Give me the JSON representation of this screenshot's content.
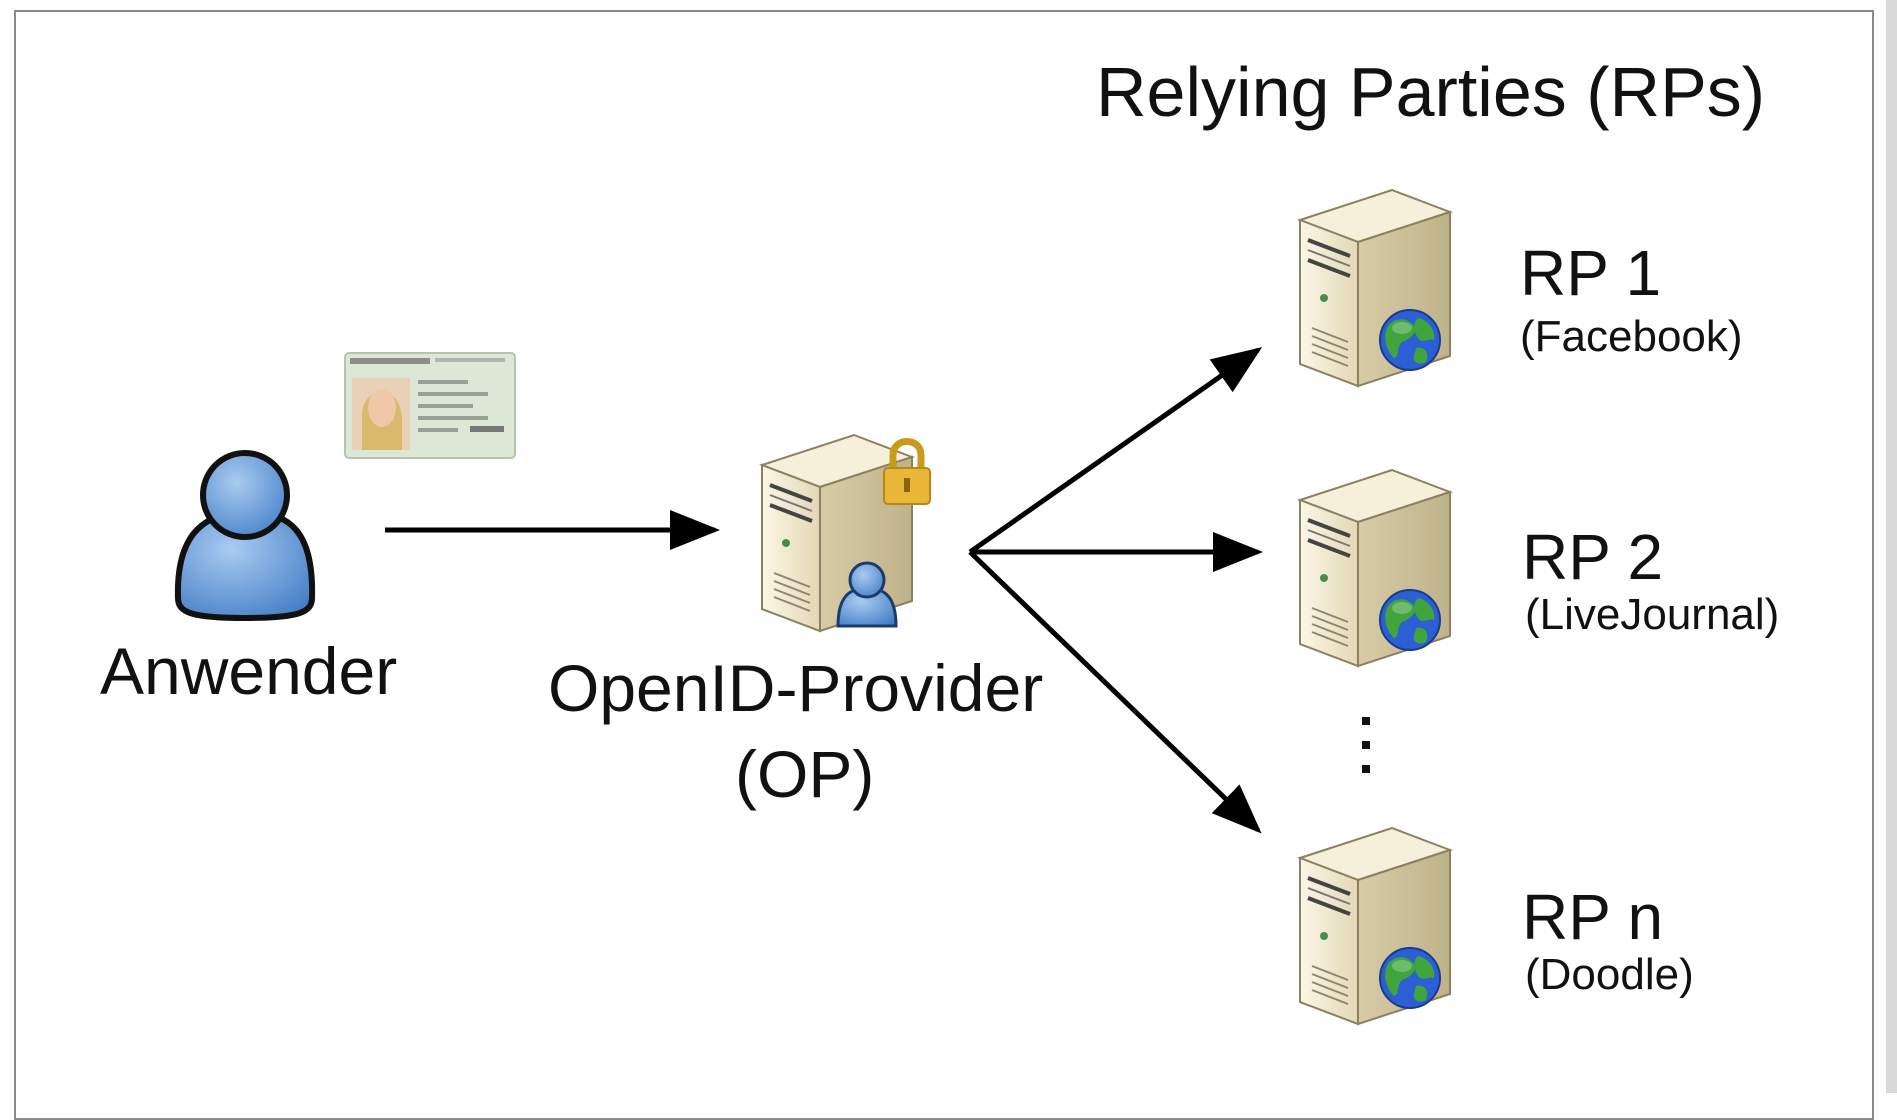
{
  "header": {
    "title": "Relying Parties (RPs)"
  },
  "user": {
    "label": "Anwender",
    "icon": "user-icon",
    "card_icon": "id-card-icon"
  },
  "provider": {
    "line1": "OpenID-Provider",
    "line2": "(OP)",
    "icon": "server-icon",
    "lock_icon": "padlock-icon"
  },
  "relying_parties": [
    {
      "name": "RP 1",
      "service": "(Facebook)"
    },
    {
      "name": "RP 2",
      "service": "(LiveJournal)"
    },
    {
      "name": "RP n",
      "service": "(Doodle)"
    }
  ],
  "ellipsis": "⋮",
  "colors": {
    "person": "#5b93d3",
    "server_body": "#efe6cc",
    "globe_ocean": "#2d5fd4",
    "globe_land": "#3fa53c",
    "lock": "#e9b637",
    "arrow": "#000000"
  }
}
